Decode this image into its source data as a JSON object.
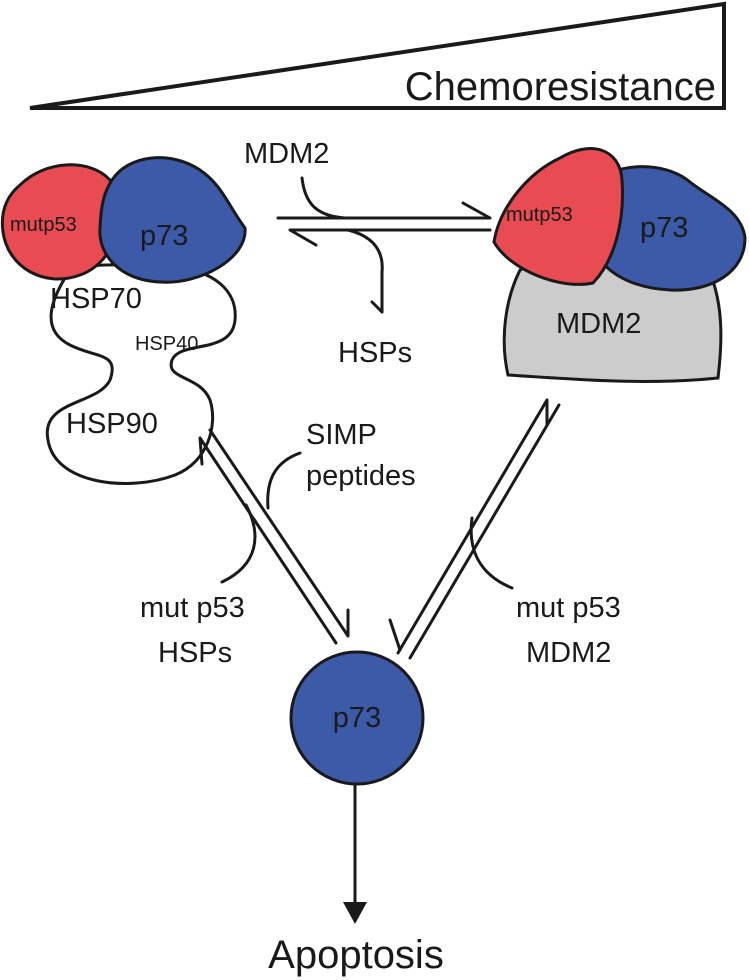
{
  "wedge_label": "Chemoresistance",
  "top_left_complex": {
    "mutp53": "mutp53",
    "p73": "p73",
    "hsp70": "HSP70",
    "hsp40": "HSP40",
    "hsp90": "HSP90"
  },
  "top_right_complex": {
    "mutp53": "mutp53",
    "p73": "p73",
    "mdm2": "MDM2"
  },
  "top_arrow": {
    "input_label": "MDM2",
    "output_label": "HSPs"
  },
  "left_arrow": {
    "inhibitor_label_line1": "SIMP",
    "inhibitor_label_line2": "peptides",
    "input_label_line1": "mut p53",
    "input_label_line2": "HSPs"
  },
  "right_arrow": {
    "input_label_line1": "mut p53",
    "input_label_line2": "MDM2"
  },
  "free_p73": "p73",
  "outcome": "Apoptosis",
  "colors": {
    "mutp53": "#e84c52",
    "p73": "#3d5aa8",
    "mdm2": "#cccccc",
    "outline": "#1a1a1a"
  }
}
